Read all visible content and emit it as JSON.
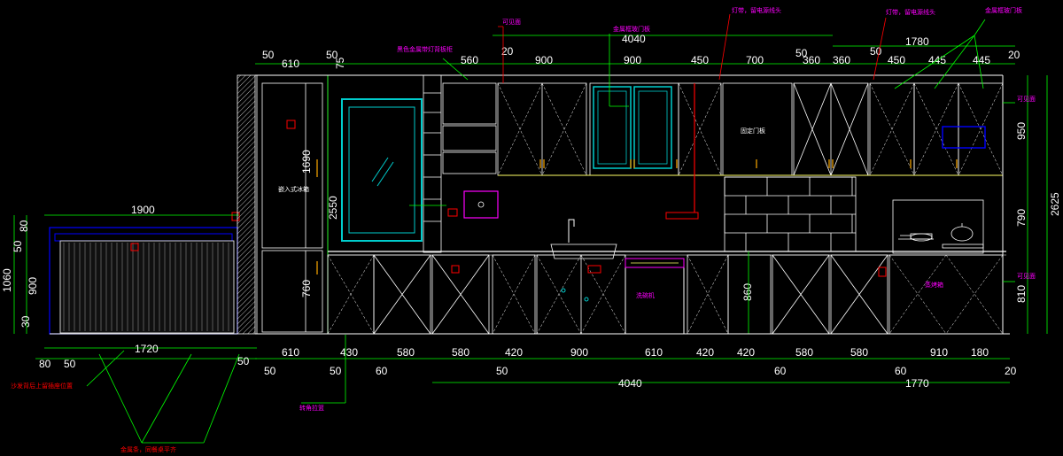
{
  "colors": {
    "background": "#000000",
    "outline": "#ffffff",
    "dimension": "#00ff00",
    "annotation_magenta": "#ff00ff",
    "annotation_red": "#ff0000",
    "glass": "#00cccc",
    "sofa": "#0000ff",
    "yellow_edge": "#ffff66"
  },
  "top_dims": {
    "row1": [
      "50",
      "610",
      "50",
      "75",
      "560",
      "20",
      "900",
      "900",
      "450",
      "700",
      "360",
      "360",
      "50",
      "450",
      "445",
      "445",
      "20"
    ],
    "row2": [
      "4040",
      "50",
      "1780"
    ]
  },
  "left_dims": {
    "overall_width": "1900",
    "heights": [
      "80",
      "50",
      "1060",
      "900",
      "30"
    ],
    "bottom": [
      "80",
      "50",
      "1720",
      "50"
    ]
  },
  "vertical_dims": {
    "tall_cabinet": "1690",
    "tall_lower": "760",
    "total_height": "2550",
    "base_height": "860",
    "right_upper": "950",
    "right_middle": "790",
    "right_lower": "810",
    "right_total": "2625"
  },
  "bottom_dims": {
    "row1": [
      "610",
      "430",
      "580",
      "580",
      "420",
      "900",
      "610",
      "420",
      "420",
      "580",
      "580",
      "910",
      "180"
    ],
    "row2": [
      "50",
      "50",
      "60",
      "50",
      "60",
      "60",
      "20"
    ],
    "row3": [
      "4040",
      "1770"
    ]
  },
  "annotations": {
    "visible_edge_top": "可见面",
    "metal_frame_door": "金属框玻门板",
    "light_strip_1": "灯带，留电源线头",
    "light_strip_2": "灯带，留电源线头",
    "metal_door_right": "金属框玻门板",
    "black_shelf": "黑色金属带灯背板柜",
    "visible_edge_right_1": "可见面",
    "visible_edge_right_2": "可见面",
    "built_in_fridge": "嵌入式冰箱",
    "fixed_door": "固定门板",
    "dishwasher": "洗碗机",
    "steamer_oven": "蒸烤箱",
    "corner_note": "转角拉篮",
    "sofa_note_1": "沙发背后上留插座位置",
    "sofa_note_2": "金属条，同餐桌平齐"
  }
}
